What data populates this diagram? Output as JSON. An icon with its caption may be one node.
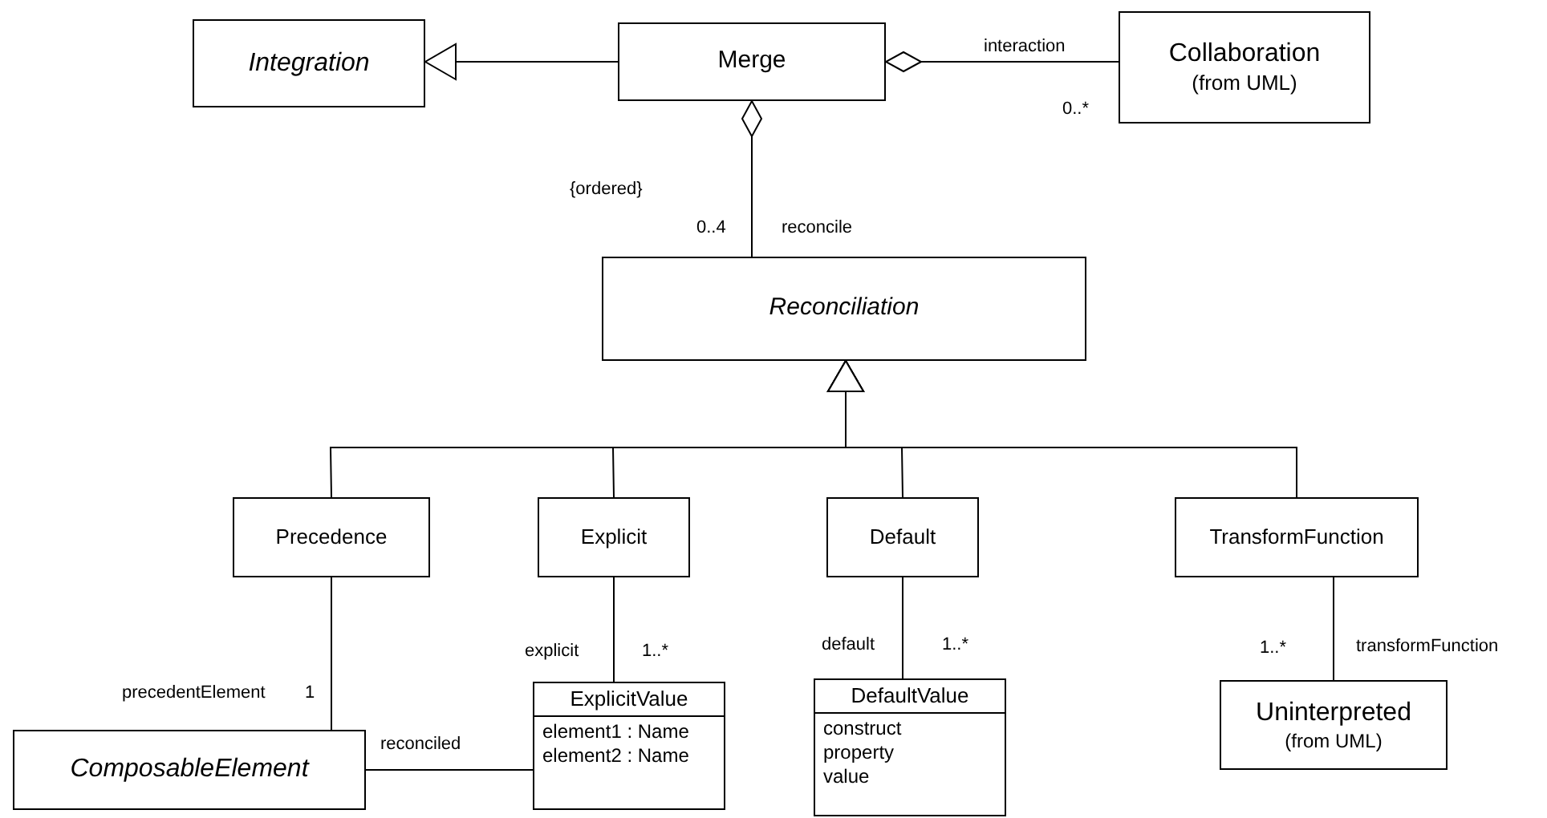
{
  "diagram": {
    "nodes": [
      {
        "text": [
          "Integration"
        ]
      },
      {
        "text": [
          "Merge"
        ]
      },
      {
        "text": [
          "Collaboration",
          "(from UML)"
        ]
      },
      {
        "text": [
          "Reconciliation"
        ]
      },
      {
        "text": [
          "Precedence"
        ]
      },
      {
        "text": [
          "Explicit"
        ]
      },
      {
        "text": [
          "Default"
        ]
      },
      {
        "text": [
          "TransformFunction"
        ]
      },
      {
        "text": [
          "ComposableElement"
        ]
      },
      {
        "text": [
          "ExplicitValue",
          "element1 : Name",
          "element2 : Name"
        ]
      },
      {
        "text": [
          "DefaultValue",
          "construct",
          "property",
          "value"
        ]
      },
      {
        "text": [
          "Uninterpreted",
          "(from UML)"
        ]
      }
    ],
    "edges": [
      {
        "from": 1,
        "to": 0,
        "arrow": "to"
      },
      {
        "from": 2,
        "to": 1,
        "arrow": "other"
      },
      {
        "from": 3,
        "to": 1,
        "arrow": "other"
      },
      {
        "from": 4,
        "to": 3,
        "arrow": "to"
      },
      {
        "from": 5,
        "to": 3,
        "arrow": "to"
      },
      {
        "from": 6,
        "to": 3,
        "arrow": "to"
      },
      {
        "from": 7,
        "to": 3,
        "arrow": "to"
      },
      {
        "from": 4,
        "to": 8,
        "arrow": "none"
      },
      {
        "from": 5,
        "to": 9,
        "arrow": "none"
      },
      {
        "from": 6,
        "to": 10,
        "arrow": "none"
      },
      {
        "from": 7,
        "to": 11,
        "arrow": "none"
      },
      {
        "from": 8,
        "to": 9,
        "arrow": "none"
      }
    ],
    "labels": [
      "interaction",
      "0..*",
      "{ordered}",
      "0..4",
      "reconcile",
      "explicit",
      "1..*",
      "precedentElement",
      "1",
      "reconciled",
      "default",
      "1..*",
      "1..*",
      "transformFunction"
    ]
  }
}
